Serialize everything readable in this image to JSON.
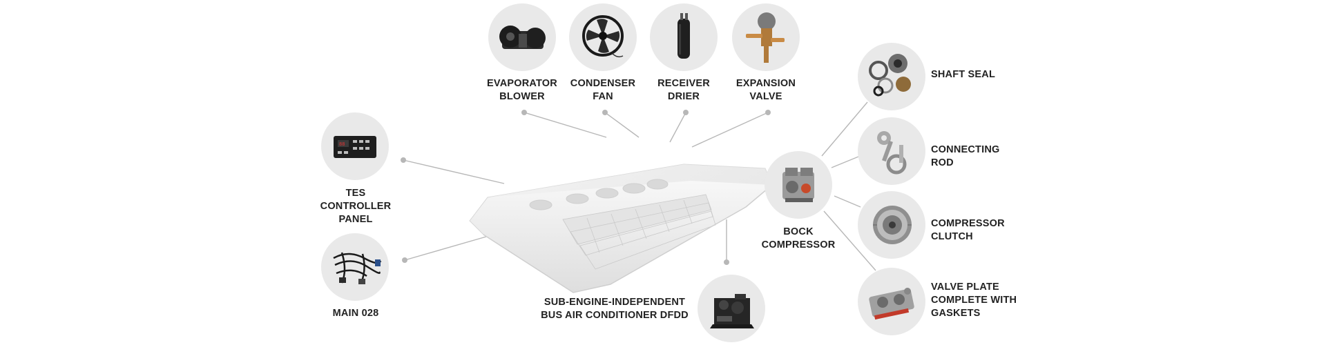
{
  "colors": {
    "circle_bg": "#e9e9e9",
    "leader": "#b7b7b7",
    "text": "#222222",
    "unit_body": "#f3f3f3"
  },
  "main_unit": {
    "lines": [
      "SUB-ENGINE-INDEPENDENT",
      "BUS AIR CONDITIONER DFDD"
    ]
  },
  "components": {
    "evaporator_blower": {
      "lines": [
        "EVAPORATOR",
        "BLOWER"
      ],
      "icon": "blower-icon"
    },
    "condenser_fan": {
      "lines": [
        "CONDENSER",
        "FAN"
      ],
      "icon": "fan-icon"
    },
    "receiver_drier": {
      "lines": [
        "RECEIVER",
        "DRIER"
      ],
      "icon": "drier-icon"
    },
    "expansion_valve": {
      "lines": [
        "EXPANSION",
        "VALVE"
      ],
      "icon": "valve-icon"
    },
    "tes_controller_panel": {
      "lines": [
        "TES",
        "CONTROLLER",
        "PANEL"
      ],
      "icon": "controller-panel-icon"
    },
    "main_028": {
      "lines": [
        "MAIN 028"
      ],
      "icon": "wiring-harness-icon"
    },
    "bock_compressor": {
      "lines": [
        "BOCK",
        "COMPRESSOR"
      ],
      "icon": "compressor-icon"
    },
    "shaft_seal": {
      "lines": [
        "SHAFT SEAL"
      ],
      "icon": "shaft-seal-icon"
    },
    "connecting_rod": {
      "lines": [
        "CONNECTING",
        "ROD"
      ],
      "icon": "connecting-rod-icon"
    },
    "compressor_clutch": {
      "lines": [
        "COMPRESSOR",
        "CLUTCH"
      ],
      "icon": "clutch-icon"
    },
    "valve_plate": {
      "lines": [
        "VALVE PLATE",
        "COMPLETE WITH",
        "GASKETS"
      ],
      "icon": "valve-plate-icon"
    },
    "dfdd_unit": {
      "icon": "dfdd-unit-icon"
    }
  }
}
